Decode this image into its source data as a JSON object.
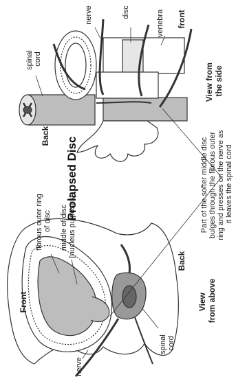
{
  "title": "Prolapsed Disc",
  "labels": {
    "front_top": "front",
    "front_bottom": "Front",
    "back_top": "Back",
    "back_bottom": "Back",
    "spinal_cord_top": [
      "spinal",
      "cord"
    ],
    "spinal_cord_bottom": [
      "spinal",
      "cord"
    ],
    "nerve_top": "nerve",
    "nerve_bottom": "nerve",
    "disc": "disc",
    "vertebra": "vertebra",
    "view_side": [
      "View from",
      "the side"
    ],
    "view_above": [
      "View",
      "from above"
    ],
    "fibrous_ring": [
      "fibrous outer ring",
      "of disc"
    ],
    "nucleus": [
      "middle of disc",
      "[nucleus pulposus]"
    ],
    "caption": [
      "Part of the softer middle disc",
      "bulges through the fibrous outer",
      "ring and presses on the nerve as",
      "it leaves the spinal cord"
    ]
  },
  "colors": {
    "line": "#333333",
    "grey_fill": "#bdbdbd",
    "light_fill": "#e6e6e6",
    "dark_fill": "#555555"
  }
}
